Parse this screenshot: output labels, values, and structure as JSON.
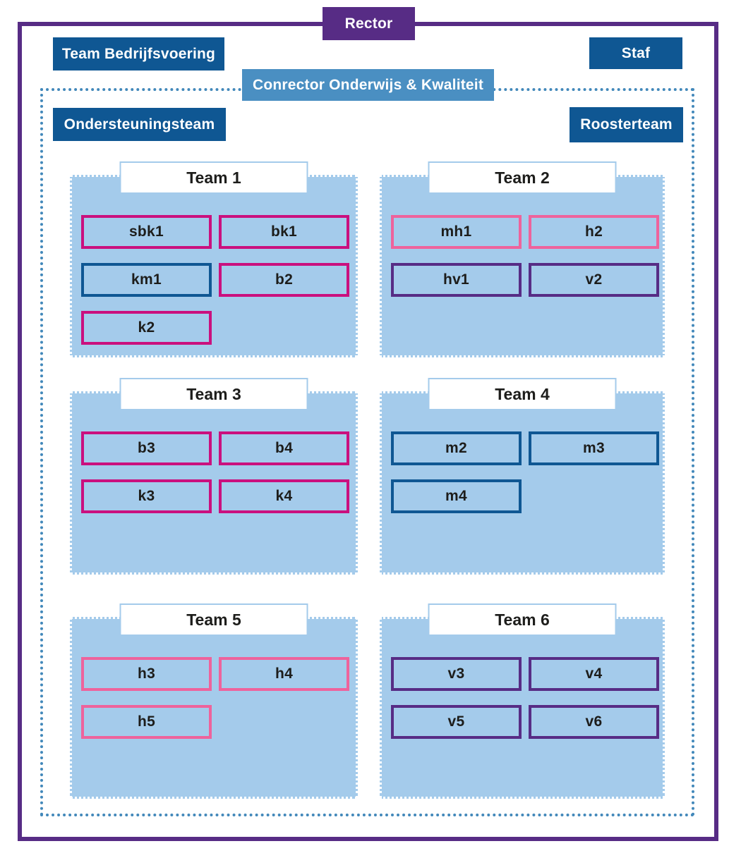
{
  "nodes": {
    "rector": {
      "label": "Rector"
    },
    "team_bedrijfsvoering": {
      "label": "Team Bedrijfsvoering"
    },
    "staf": {
      "label": "Staf"
    },
    "conrector": {
      "label": "Conrector Onderwijs & Kwaliteit"
    },
    "ondersteuningsteam": {
      "label": "Ondersteuningsteam"
    },
    "roosterteam": {
      "label": "Roosterteam"
    }
  },
  "teams": [
    {
      "name": "Team 1",
      "groups": [
        {
          "label": "sbk1",
          "color": "magenta"
        },
        {
          "label": "bk1",
          "color": "magenta"
        },
        {
          "label": "km1",
          "color": "blue"
        },
        {
          "label": "b2",
          "color": "magenta"
        },
        {
          "label": "k2",
          "color": "magenta"
        }
      ]
    },
    {
      "name": "Team 2",
      "groups": [
        {
          "label": "mh1",
          "color": "pink"
        },
        {
          "label": "h2",
          "color": "pink"
        },
        {
          "label": "hv1",
          "color": "purple"
        },
        {
          "label": "v2",
          "color": "purple"
        }
      ]
    },
    {
      "name": "Team 3",
      "groups": [
        {
          "label": "b3",
          "color": "magenta"
        },
        {
          "label": "b4",
          "color": "magenta"
        },
        {
          "label": "k3",
          "color": "magenta"
        },
        {
          "label": "k4",
          "color": "magenta"
        }
      ]
    },
    {
      "name": "Team 4",
      "groups": [
        {
          "label": "m2",
          "color": "blue"
        },
        {
          "label": "m3",
          "color": "blue"
        },
        {
          "label": "m4",
          "color": "blue"
        }
      ]
    },
    {
      "name": "Team 5",
      "groups": [
        {
          "label": "h3",
          "color": "pink"
        },
        {
          "label": "h4",
          "color": "pink"
        },
        {
          "label": "h5",
          "color": "pink"
        }
      ]
    },
    {
      "name": "Team 6",
      "groups": [
        {
          "label": "v3",
          "color": "purple"
        },
        {
          "label": "v4",
          "color": "purple"
        },
        {
          "label": "v5",
          "color": "purple"
        },
        {
          "label": "v6",
          "color": "purple"
        }
      ]
    }
  ],
  "colors": {
    "purple": "#572c85",
    "dark_blue": "#0f5793",
    "medium_blue": "#4a8fc2",
    "light_blue": "#a4cbeb",
    "magenta": "#ca107e",
    "pink": "#ee639c",
    "dotted_border_blue": "#4288ba",
    "text_dark": "#1d1d1b",
    "text_white": "#ffffff"
  }
}
